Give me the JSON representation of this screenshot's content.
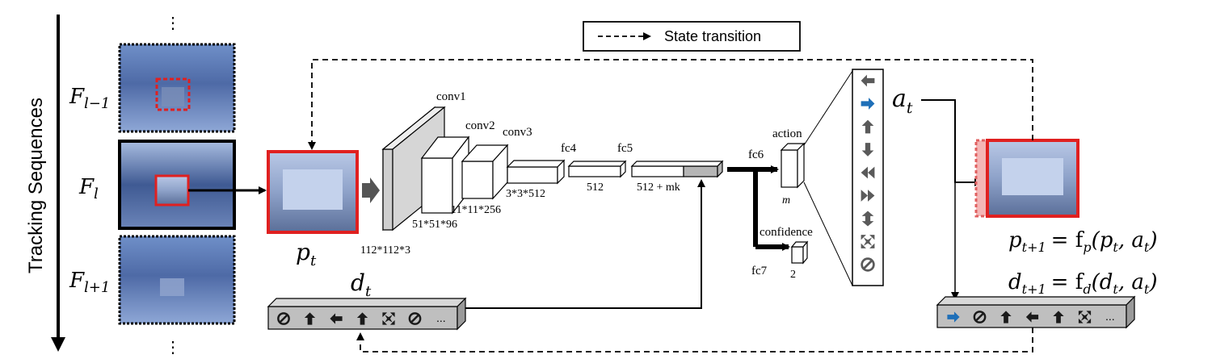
{
  "legend": {
    "label": "State transition"
  },
  "axis_label": "Tracking Sequences",
  "frames": [
    {
      "subscript": "l−1"
    },
    {
      "subscript": "l"
    },
    {
      "subscript": "l+1"
    }
  ],
  "frame_symbol": "F",
  "patch_label": {
    "base": "p",
    "sub": "t"
  },
  "history_label": {
    "base": "d",
    "sub": "t"
  },
  "action_label": {
    "base": "a",
    "sub": "t"
  },
  "layers": {
    "conv1": {
      "name": "conv1",
      "dims": "112*112*3"
    },
    "conv2": {
      "name": "conv2",
      "dims": "51*51*96"
    },
    "conv3": {
      "name": "conv3",
      "dims": "11*11*256"
    },
    "fc4": {
      "name": "fc4",
      "dims": "3*3*512"
    },
    "fc5": {
      "name": "fc5",
      "dims": "512"
    },
    "fc6": {
      "name": "fc6",
      "dims": "512 + mk"
    },
    "action": {
      "name": "action",
      "dims": "m"
    },
    "confidence": {
      "name": "confidence",
      "dims": "2"
    },
    "fc7": {
      "name": "fc7"
    }
  },
  "equations": {
    "p": {
      "lhs": "p",
      "lhs_sub": "t+1",
      "rhs": "= f",
      "rhs_sub": "p",
      "args": "(p",
      "args_sub": "t",
      "tail": ", a",
      "tail_sub": "t",
      "close": ")"
    },
    "d": {
      "lhs": "d",
      "lhs_sub": "t+1",
      "rhs": "= f",
      "rhs_sub": "d",
      "args": "(d",
      "args_sub": "t",
      "tail": ", a",
      "tail_sub": "t",
      "close": ")"
    }
  },
  "action_icons": [
    "arrow-left-icon",
    "arrow-right-icon",
    "arrow-up-icon",
    "arrow-down-icon",
    "double-left-icon",
    "double-right-icon",
    "scale-up-icon",
    "scale-down-icon",
    "stop-icon"
  ],
  "history_left_icons": [
    "stop-icon",
    "arrow-up-icon",
    "arrow-left-icon",
    "arrow-up-icon",
    "scale-down-icon",
    "stop-icon"
  ],
  "history_right_icons": [
    "arrow-right-icon",
    "stop-icon",
    "arrow-up-icon",
    "arrow-left-icon",
    "arrow-up-icon",
    "scale-down-icon"
  ],
  "ellipsis": "...",
  "dots": "⋮",
  "colors": {
    "highlight": "#e02020",
    "selected_action": "#1e6fb8",
    "icon_gray": "#5a5a5a",
    "bar_fill": "#bfbfbf"
  }
}
